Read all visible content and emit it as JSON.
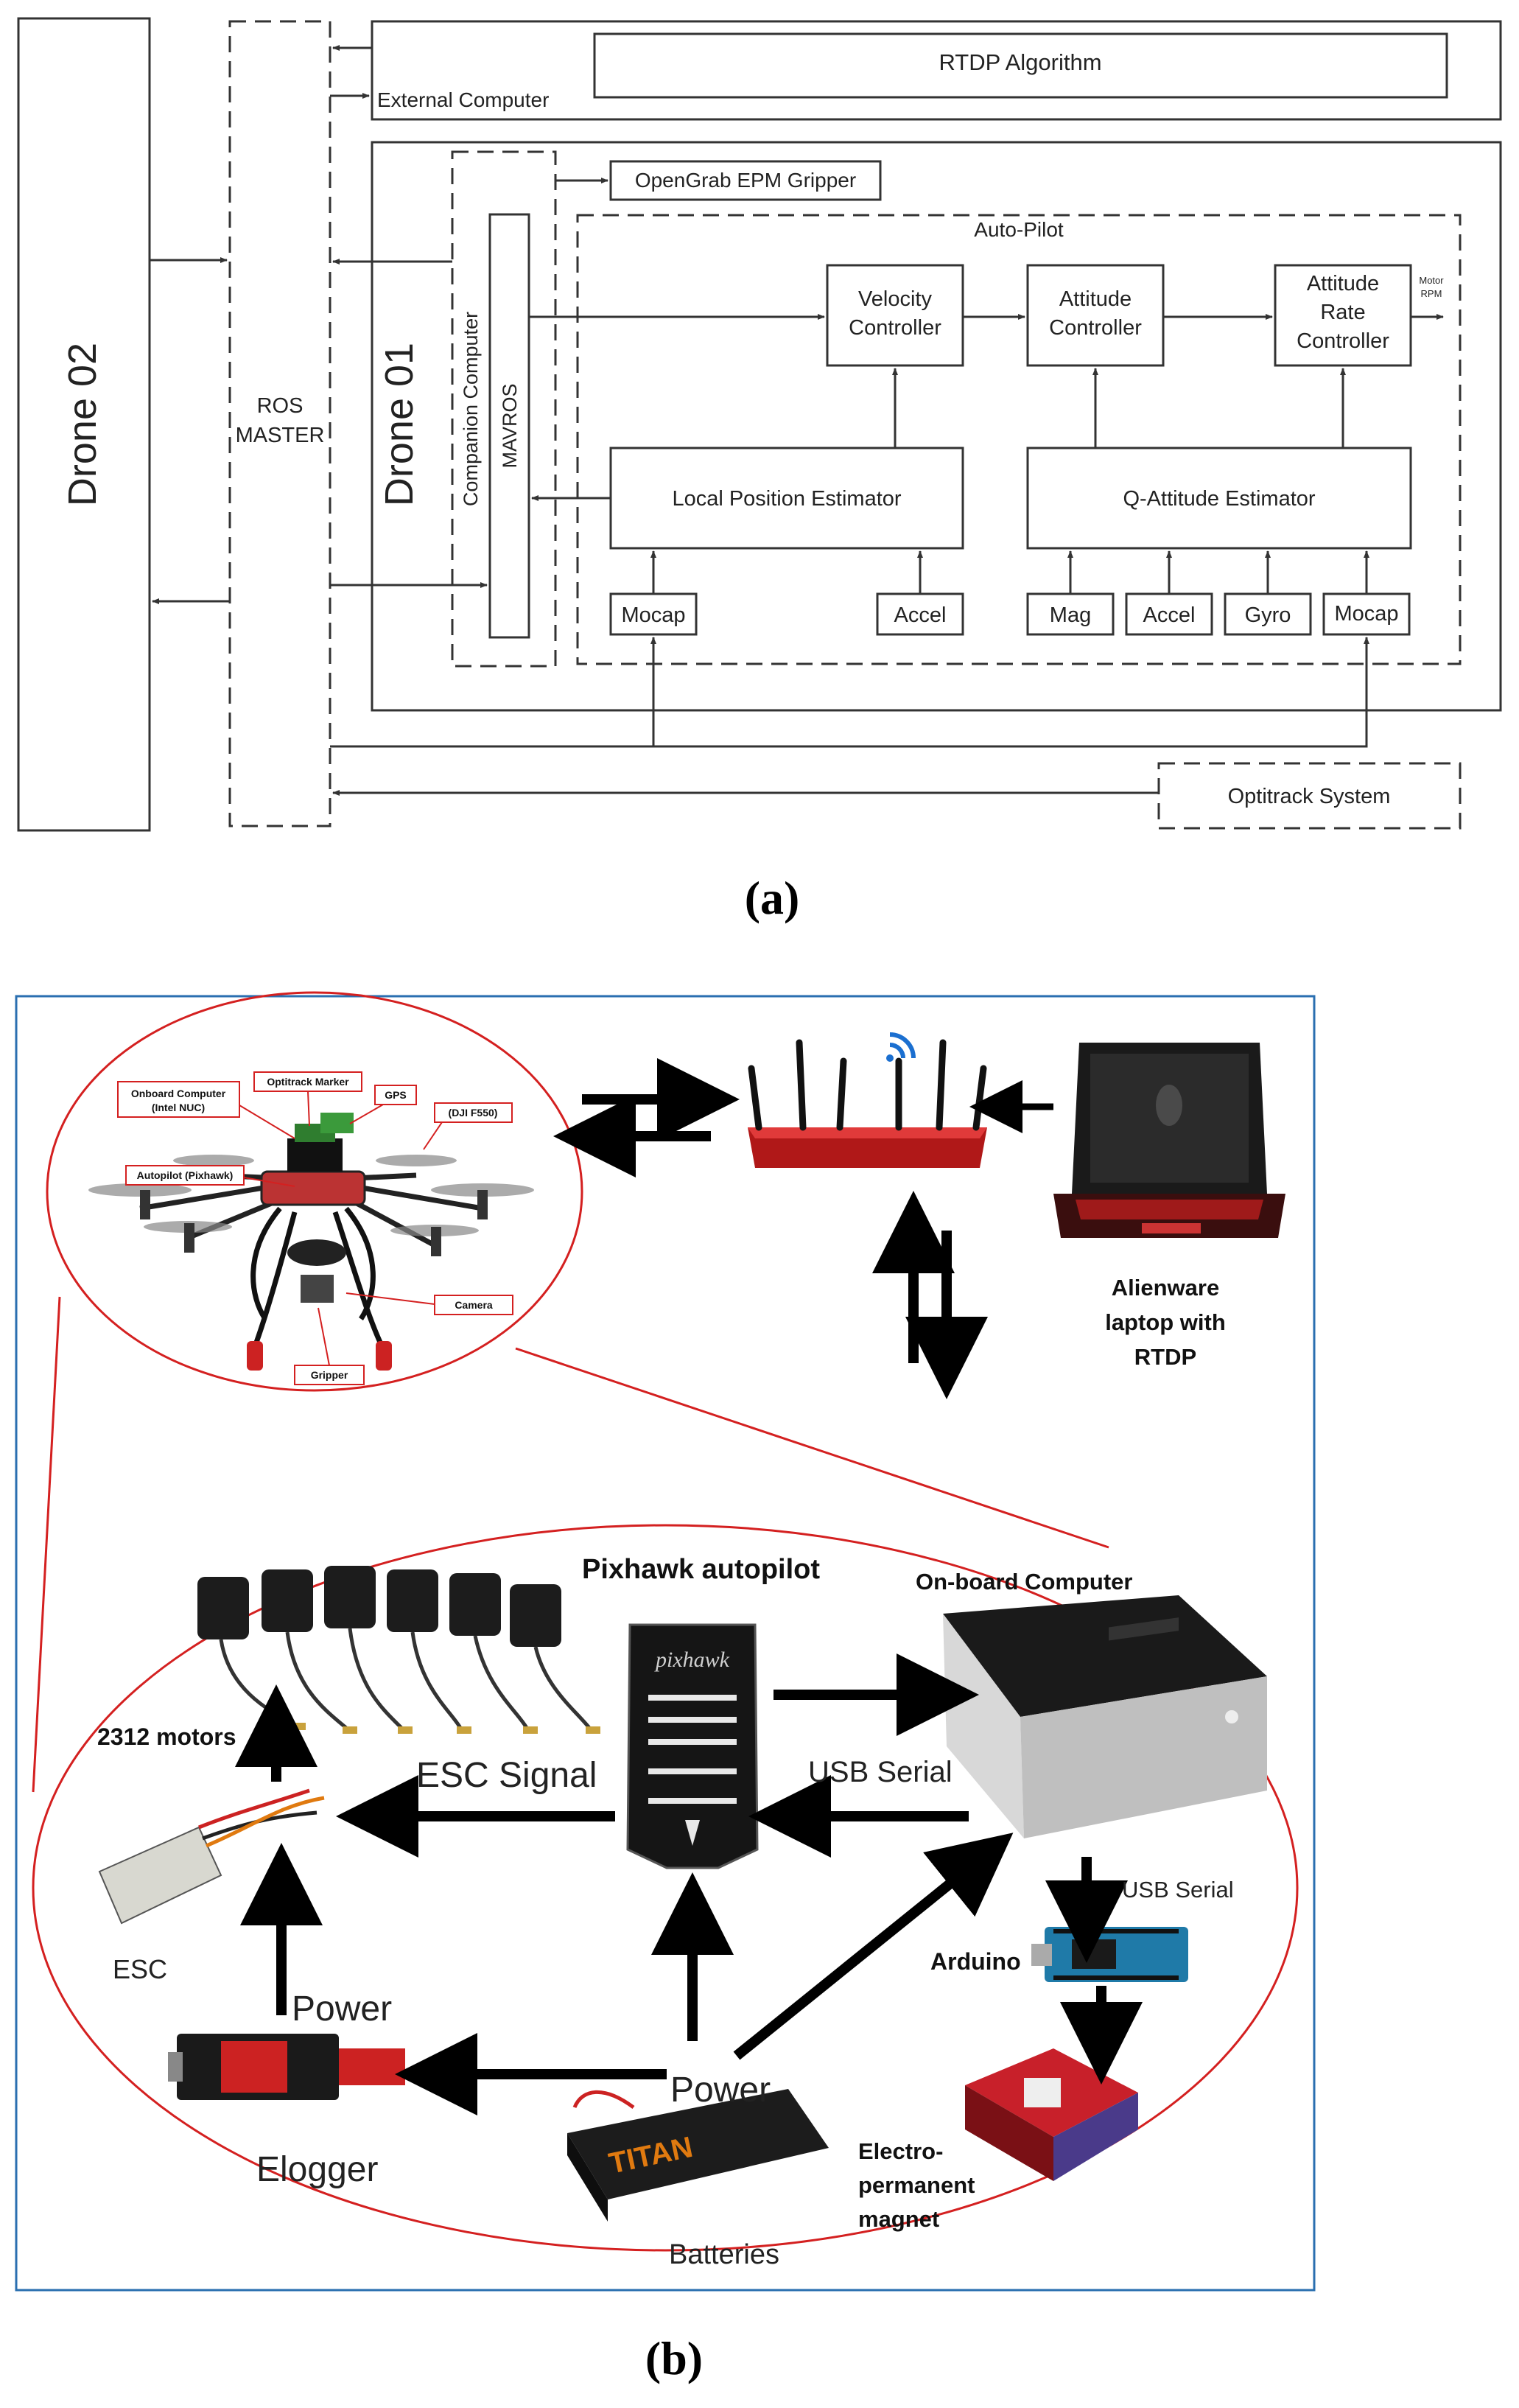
{
  "part_a": {
    "caption": "(a)",
    "drone02": "Drone 02",
    "ros_master": [
      "ROS",
      "MASTER"
    ],
    "external_computer": "External Computer",
    "rtdp_algorithm": "RTDP Algorithm",
    "drone01": "Drone 01",
    "companion_computer": "Companion Computer",
    "mavros": "MAVROS",
    "gripper": "OpenGrab EPM Gripper",
    "autopilot": "Auto-Pilot",
    "velocity_controller": [
      "Velocity",
      "Controller"
    ],
    "attitude_controller": [
      "Attitude",
      "Controller"
    ],
    "attitude_rate_controller": [
      "Attitude",
      "Rate",
      "Controller"
    ],
    "motor_rpm": [
      "Motor",
      "RPM"
    ],
    "local_position_estimator": "Local Position Estimator",
    "q_attitude_estimator": "Q-Attitude Estimator",
    "sensors": [
      "Mocap",
      "Accel",
      "Mag",
      "Accel",
      "Gyro",
      "Mocap"
    ],
    "optitrack_system": "Optitrack System"
  },
  "part_b": {
    "caption": "(b)",
    "drone_callouts": [
      "Onboard Computer",
      "(Intel NUC)",
      "Optitrack Marker",
      "GPS",
      "(DJI F550)",
      "Autopilot (Pixhawk)",
      "Camera",
      "Gripper"
    ],
    "laptop_label": [
      "Alienware",
      "laptop with",
      "RTDP"
    ],
    "pixhawk_title": "Pixhawk autopilot",
    "pixhawk_brand": "pixhawk",
    "onboard_title": "On-board Computer",
    "motors": "2312 motors",
    "esc_signal": "ESC Signal",
    "usb_serial_1": "USB Serial",
    "usb_serial_2": "USB Serial",
    "esc": "ESC",
    "arduino": "Arduino",
    "power_1": "Power",
    "power_2": "Power",
    "elogger": "Elogger",
    "batteries": "Batteries",
    "battery_brand": "TITAN",
    "magnet": [
      "Electro-",
      "permanent",
      "magnet"
    ]
  }
}
